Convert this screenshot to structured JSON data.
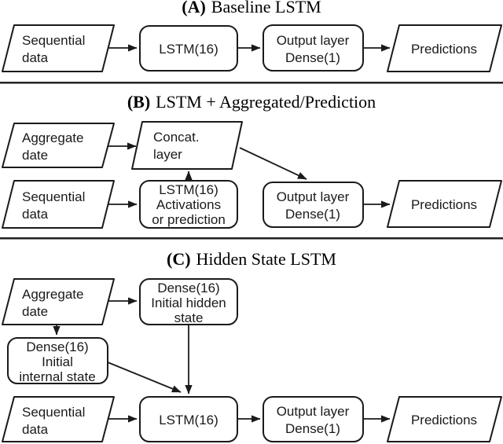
{
  "figure": {
    "background": "#ffffff",
    "line_color": "#1a1a1a",
    "shape_fill": "#ffffff"
  },
  "panels": {
    "a": {
      "title_prefix": "(A)",
      "title_rest": "Baseline LSTM",
      "sequential_data": [
        "Sequential",
        "data"
      ],
      "lstm": [
        "LSTM(16)"
      ],
      "output_layer": [
        "Output layer",
        "Dense(1)"
      ],
      "predictions": [
        "Predictions"
      ]
    },
    "b": {
      "title_prefix": "(B)",
      "title_rest": "LSTM + Aggregated/Prediction",
      "aggregate_date": [
        "Aggregate",
        "date"
      ],
      "concat_layer": [
        "Concat.",
        "layer"
      ],
      "sequential_data": [
        "Sequential",
        "data"
      ],
      "lstm": [
        "LSTM(16)",
        "Activations",
        "or prediction"
      ],
      "output_layer": [
        "Output layer",
        "Dense(1)"
      ],
      "predictions": [
        "Predictions"
      ]
    },
    "c": {
      "title_prefix": "(C)",
      "title_rest": "Hidden State LSTM",
      "aggregate_date": [
        "Aggregate",
        "date"
      ],
      "dense_hidden": [
        "Dense(16)",
        "Initial hidden",
        "state"
      ],
      "dense_internal": [
        "Dense(16)",
        "Initial",
        "internal state"
      ],
      "sequential_data": [
        "Sequential",
        "data"
      ],
      "lstm": [
        "LSTM(16)"
      ],
      "output_layer": [
        "Output layer",
        "Dense(1)"
      ],
      "predictions": [
        "Predictions"
      ]
    }
  }
}
